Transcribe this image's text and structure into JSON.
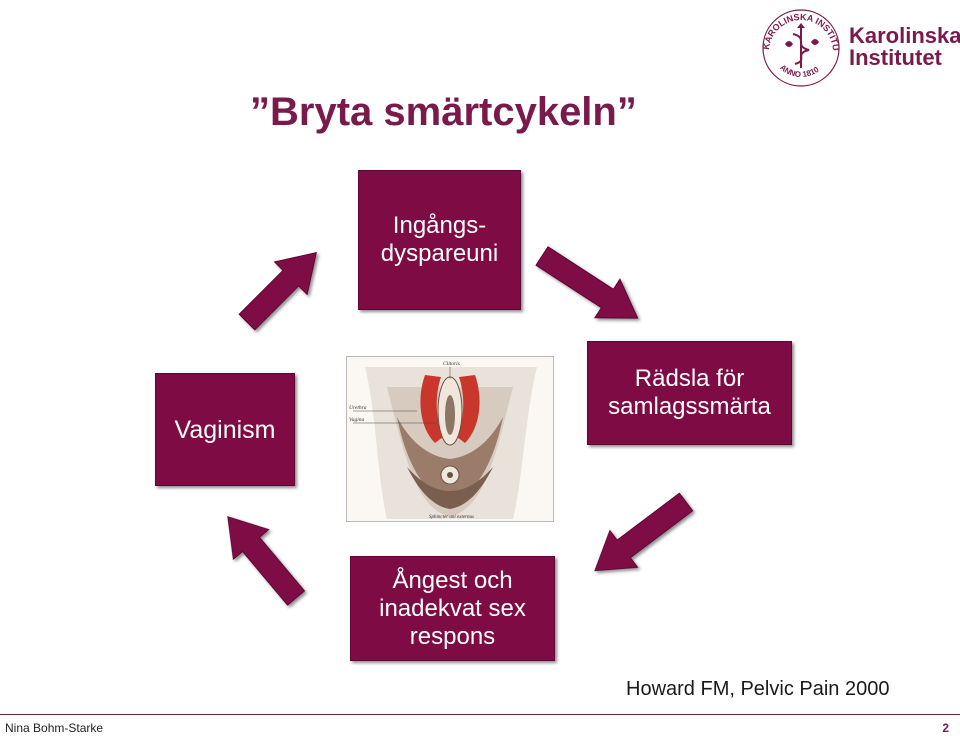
{
  "slide": {
    "title": "”Bryta smärtcykeln”",
    "logo": {
      "seal_text": "KAROLINSKA INSTITUTET · ANNO 1810",
      "line1": "Karolinska",
      "line2": "Institutet"
    },
    "cycle": {
      "top": [
        "Ingångs-",
        "dyspareuni"
      ],
      "right": [
        "Rädsla för",
        "samlagssmärta"
      ],
      "bottom": [
        "Ångest och",
        "inadekvat sex",
        "respons"
      ],
      "left": [
        "Vaginism"
      ]
    },
    "anatomy_labels": {
      "top": "Clitoris",
      "left1": "Urethra",
      "left2": "Vagina",
      "bottom": "Sphincter ani externus"
    },
    "citation": "Howard FM, Pelvic Pain 2000",
    "footer": {
      "author": "Nina Bohm-Starke",
      "page": "2"
    },
    "colors": {
      "box_fill": "#7f0b45",
      "title_color": "#7a1a4b"
    }
  }
}
